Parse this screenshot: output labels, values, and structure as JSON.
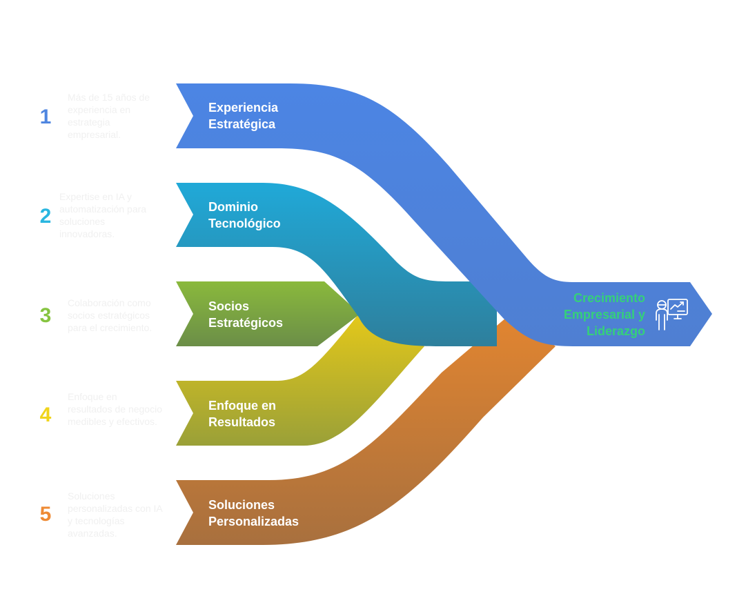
{
  "steps": [
    {
      "number": "1",
      "title": [
        "Experiencia",
        "Estratégica"
      ],
      "description": "Más de 15 años de experiencia en estrategia empresarial.",
      "color": "#4f86e0"
    },
    {
      "number": "2",
      "title": [
        "Dominio",
        "Tecnológico"
      ],
      "description": "Expertise en IA y automatización para soluciones innovadoras.",
      "color": "#29b6e0"
    },
    {
      "number": "3",
      "title": [
        "Socios",
        "Estratégicos"
      ],
      "description": "Colaboración como socios estratégicos para el crecimiento.",
      "color": "#86c440"
    },
    {
      "number": "4",
      "title": [
        "Enfoque en",
        "Resultados"
      ],
      "description": "Enfoque en resultados de negocio medibles y efectivos.",
      "color": "#f0d41c"
    },
    {
      "number": "5",
      "title": [
        "Soluciones",
        "Personalizadas"
      ],
      "description": "Soluciones personalizadas con IA y tecnologías avanzadas.",
      "color": "#ee8a34"
    }
  ],
  "result": {
    "title": [
      "Crecimiento",
      "Empresarial y",
      "Liderazgo"
    ],
    "icon": "presenter-chart-icon",
    "title_color": "#35d07a"
  }
}
